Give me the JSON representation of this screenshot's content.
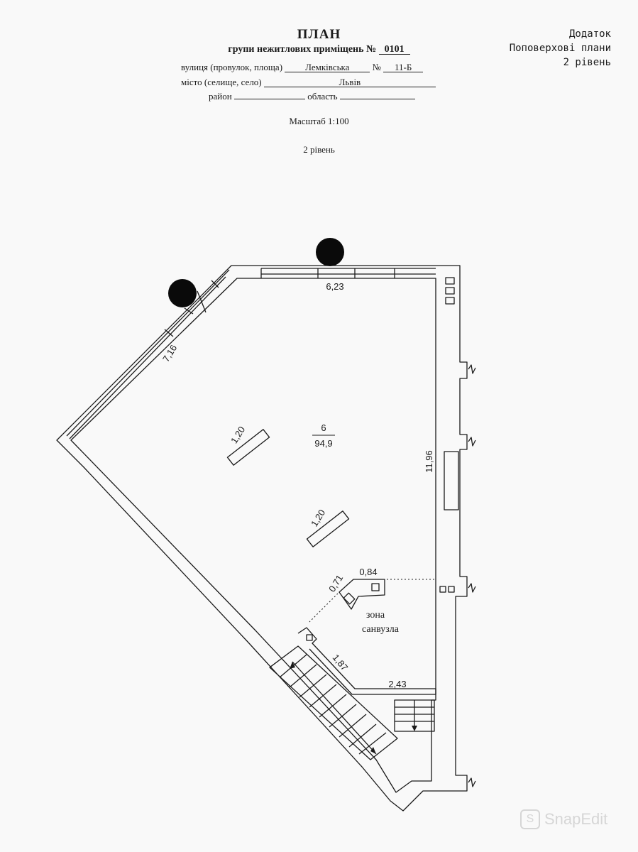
{
  "header": {
    "title": "ПЛАН",
    "subtitle_prefix": "групи нежитлових приміщень №",
    "subtitle_number": "0101",
    "street_label": "вулиця (провулок, площа)",
    "street_value": "Лемківська",
    "house_label": "№",
    "house_value": "11-Б",
    "city_label": "місто (селище, село)",
    "city_value": "Львів",
    "district_label": "район",
    "region_label": "область",
    "scale": "Масштаб 1:100",
    "level": "2 рівень"
  },
  "appendix": {
    "line1": "Додаток",
    "line2": "Поповерхові плани",
    "line3": "2 рівень"
  },
  "plan": {
    "room_number": "6",
    "room_area": "94,9",
    "zone_line1": "зона",
    "zone_line2": "санвузла",
    "dims": {
      "top_wall": "6,23",
      "diagonal_wall": "7,16",
      "right_wall": "11,96",
      "column1": "1,20",
      "column2": "1,20",
      "bath_width": "0,84",
      "bath_diag": "0,71",
      "stair_diag": "1,87",
      "bath_bottom": "2,43"
    },
    "colors": {
      "lines": "#1a1a1a",
      "marker": "#0a0a0a",
      "background": "#f9f9f9"
    }
  },
  "watermark": {
    "icon": "snapedit-logo-icon",
    "text": "SnapEdit"
  }
}
